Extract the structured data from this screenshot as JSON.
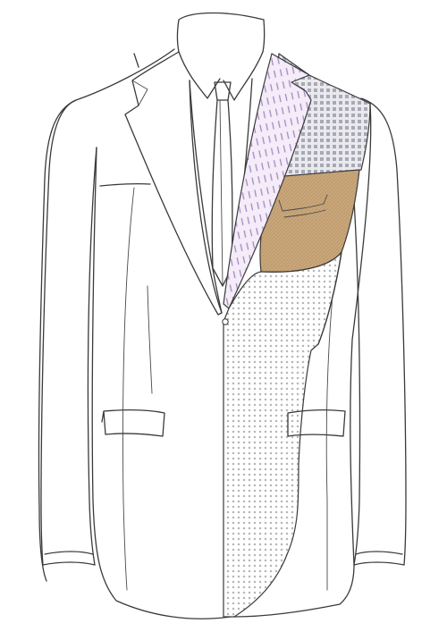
{
  "colors": {
    "background": "#ffffff",
    "outline": "#3a3a3a",
    "lapel_fabric_base": "#f4ecf8",
    "lapel_stripe": "#a58abf",
    "lining_base": "#e9e9ee",
    "lining_check": "#a9a9b6",
    "pocket_fabric_base": "#c9a77a",
    "pocket_fabric_weave": "#b08e62",
    "front_fabric_base": "#ffffff",
    "front_fabric_dot": "#b7b7b7"
  },
  "parts": [
    "collar",
    "shirt",
    "tie",
    "left-lapel",
    "right-lapel",
    "inner-lining",
    "inside-pocket",
    "front-panel",
    "left-sleeve",
    "right-sleeve",
    "left-flap-pocket",
    "right-flap-pocket",
    "breast-pocket",
    "button"
  ]
}
